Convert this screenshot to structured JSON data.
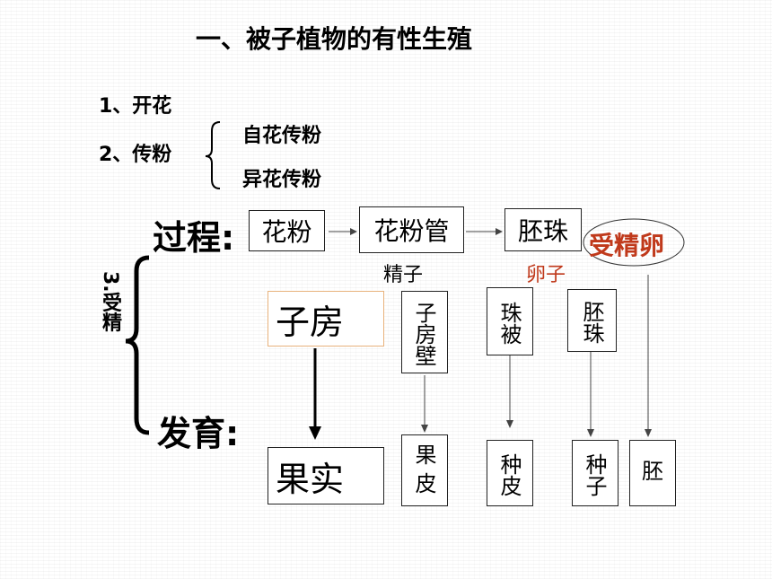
{
  "title": "一、被子植物的有性生殖",
  "item1": "1、开花",
  "item2": "2、传粉",
  "pollination_types": [
    "自花传粉",
    "异花传粉"
  ],
  "item3": "3.受精",
  "process_label": "过程:",
  "development_label": "发育:",
  "process_boxes": [
    "花粉",
    "花粉管",
    "胚珠"
  ],
  "fertilized_egg": "受精卵",
  "sperm_label": "精子",
  "egg_label": "卵子",
  "structures": {
    "ovary": "子房",
    "ovary_wall": "子房壁",
    "integument": "珠被",
    "ovule": "胚珠"
  },
  "results": {
    "fruit": "果实",
    "pericarp": "果皮",
    "seed_coat": "种皮",
    "seed": "种子",
    "embryo": "胚"
  },
  "colors": {
    "accent_red": "#c0391b",
    "ovary_border": "#e8b27c"
  }
}
